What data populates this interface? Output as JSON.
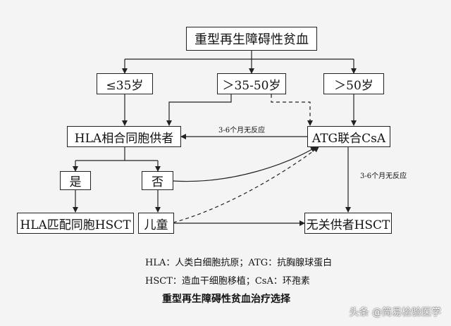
{
  "diagram": {
    "nodes": {
      "root": "重型再生障碍性贫血",
      "age_le35": "≤35岁",
      "age_35_50": "＞35-50岁",
      "age_gt50": "＞50岁",
      "hla_donor": "HLA相合同胞供者",
      "atg_csa": "ATG联合CsA",
      "yes": "是",
      "no": "否",
      "hla_hsct": "HLA匹配同胞HSCT",
      "child": "儿童",
      "unrelated_hsct": "无关供者HSCT"
    },
    "edge_labels": {
      "atg_to_hla": "3-6个月无反应",
      "atg_to_unrelated": "3-6个月无反应"
    }
  },
  "legend": {
    "line1": "HLA：人类白细胞抗原；ATG：抗胸腺球蛋白",
    "line2": "HSCT：造血干细胞移植；CsA：环孢素"
  },
  "caption": "重型再生障碍性贫血治疗选择",
  "watermark": "头条 @简易检验医学",
  "colors": {
    "background": "#f4f4f4",
    "box_fill": "#ffffff",
    "line": "#222222"
  }
}
